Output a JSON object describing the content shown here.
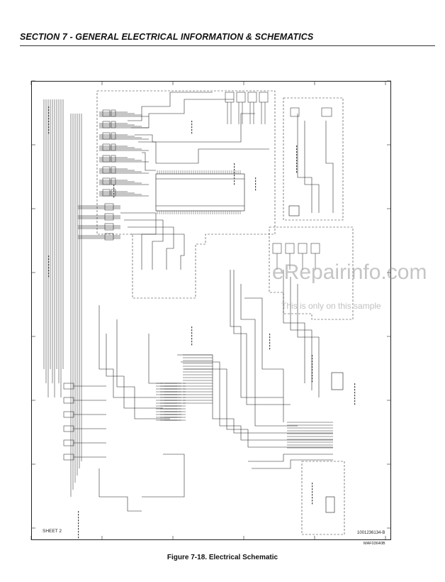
{
  "header": {
    "section_title": "SECTION 7 - GENERAL ELECTRICAL INFORMATION & SCHEMATICS"
  },
  "schematic": {
    "sheet_label": "SHEET 2",
    "drawing_number": "1001236134-B",
    "maf_code": "MAF03640B",
    "line_color": "#1a1a1a",
    "dashed_color": "#333333"
  },
  "watermark": {
    "main": "eRepairinfo.com",
    "sub": "This is only on this sample"
  },
  "caption": {
    "text": "Figure 7-18. Electrical Schematic"
  }
}
